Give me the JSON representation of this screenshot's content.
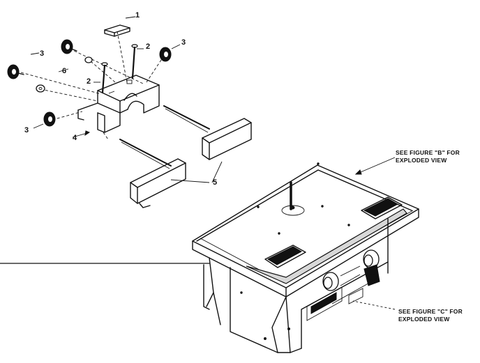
{
  "callouts": {
    "c1": "1",
    "c2a": "2",
    "c2b": "2",
    "c3a": "3",
    "c3b": "3",
    "c3c": "3",
    "c4": "4",
    "c5": "5",
    "c6": "6"
  },
  "notes": {
    "figure_b_line1": "SEE FIGURE \"B\" FOR",
    "figure_b_line2": "EXPLODED VIEW",
    "figure_c_line1": "SEE FIGURE \"C\" FOR",
    "figure_c_line2": "EXPLODED VIEW"
  }
}
